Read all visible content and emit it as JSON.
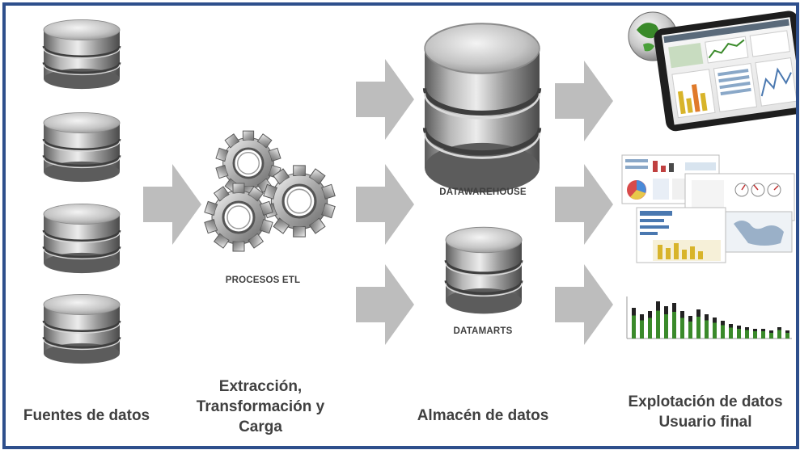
{
  "labels": {
    "procesos_etl": "PROCESOS ETL",
    "datawarehouse": "DATAWAREHOUSE",
    "datamarts": "DATAMARTS",
    "fuentes": "Fuentes de datos",
    "etl_lines": [
      "Extracción,",
      "Transformación y",
      "Carga"
    ],
    "almacen": "Almacén de datos",
    "explotacion_lines": [
      "Explotación de datos",
      "Usuario final"
    ]
  },
  "colors": {
    "frame": "#2e4f8c",
    "arrow": "#bdbdbd",
    "label": "#404040",
    "accent_green": "#3a8a2a",
    "accent_yellow": "#d8b42a"
  },
  "icons": {
    "sources": "database-icon",
    "etl": "gears-icon",
    "warehouse": "database-icon",
    "marts": "database-icon",
    "outputs": [
      "tablet-dashboard-icon",
      "dashboard-collage-icon",
      "bar-chart-icon"
    ]
  }
}
